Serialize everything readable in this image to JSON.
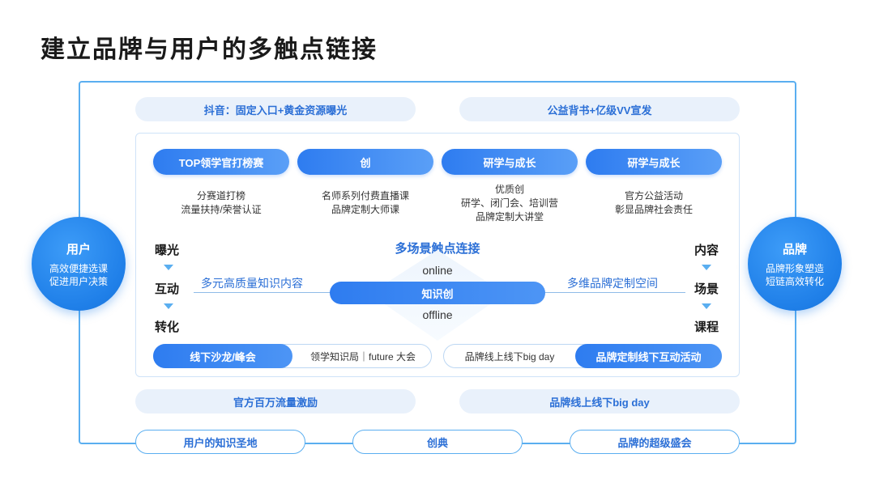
{
  "title": "建立品牌与用户的多触点链接",
  "top_pills": [
    "抖音：固定入口+黄金资源曝光",
    "公益背书+亿级VV宣发"
  ],
  "columns": [
    {
      "label": "TOP领学官打榜赛",
      "lines": [
        "分赛道打榜",
        "流量扶持/荣誉认证"
      ]
    },
    {
      "label": "创",
      "lines": [
        "名师系列付费直播课",
        "品牌定制大师课"
      ]
    },
    {
      "label": "研学与成长",
      "lines": [
        "优质创",
        "研学、闭门会、培训营",
        "品牌定制大讲堂"
      ]
    },
    {
      "label": "研学与成长",
      "lines": [
        "官方公益活动",
        "彰显品牌社会责任"
      ]
    }
  ],
  "left_circle": {
    "title": "用户",
    "lines": [
      "高效便捷选课",
      "促进用户决策"
    ]
  },
  "right_circle": {
    "title": "品牌",
    "lines": [
      "品牌形象塑造",
      "短链高效转化"
    ]
  },
  "left_stages": [
    "曝光",
    "互动",
    "转化"
  ],
  "right_stages": [
    "内容",
    "场景",
    "课程"
  ],
  "center": {
    "top": "多场景触点连接",
    "left": "多元高质量知识内容",
    "right": "多维品牌定制空间",
    "online": "online",
    "core": "知识创",
    "offline": "offline"
  },
  "combo_left": {
    "blue": "线下沙龙/峰会",
    "plain": "领学知识局｜future 大会"
  },
  "combo_right": {
    "plain": "品牌线上线下big day",
    "blue": "品牌定制线下互动活动"
  },
  "bottom_pills": [
    "官方百万流量激励",
    "品牌线上线下big day"
  ],
  "outer_pills": [
    "用户的知识圣地",
    "创典",
    "品牌的超级盛会"
  ],
  "colors": {
    "accent": "#2e7cf0",
    "frame": "#5aaef0",
    "pill_bg": "#e9f1fb"
  }
}
